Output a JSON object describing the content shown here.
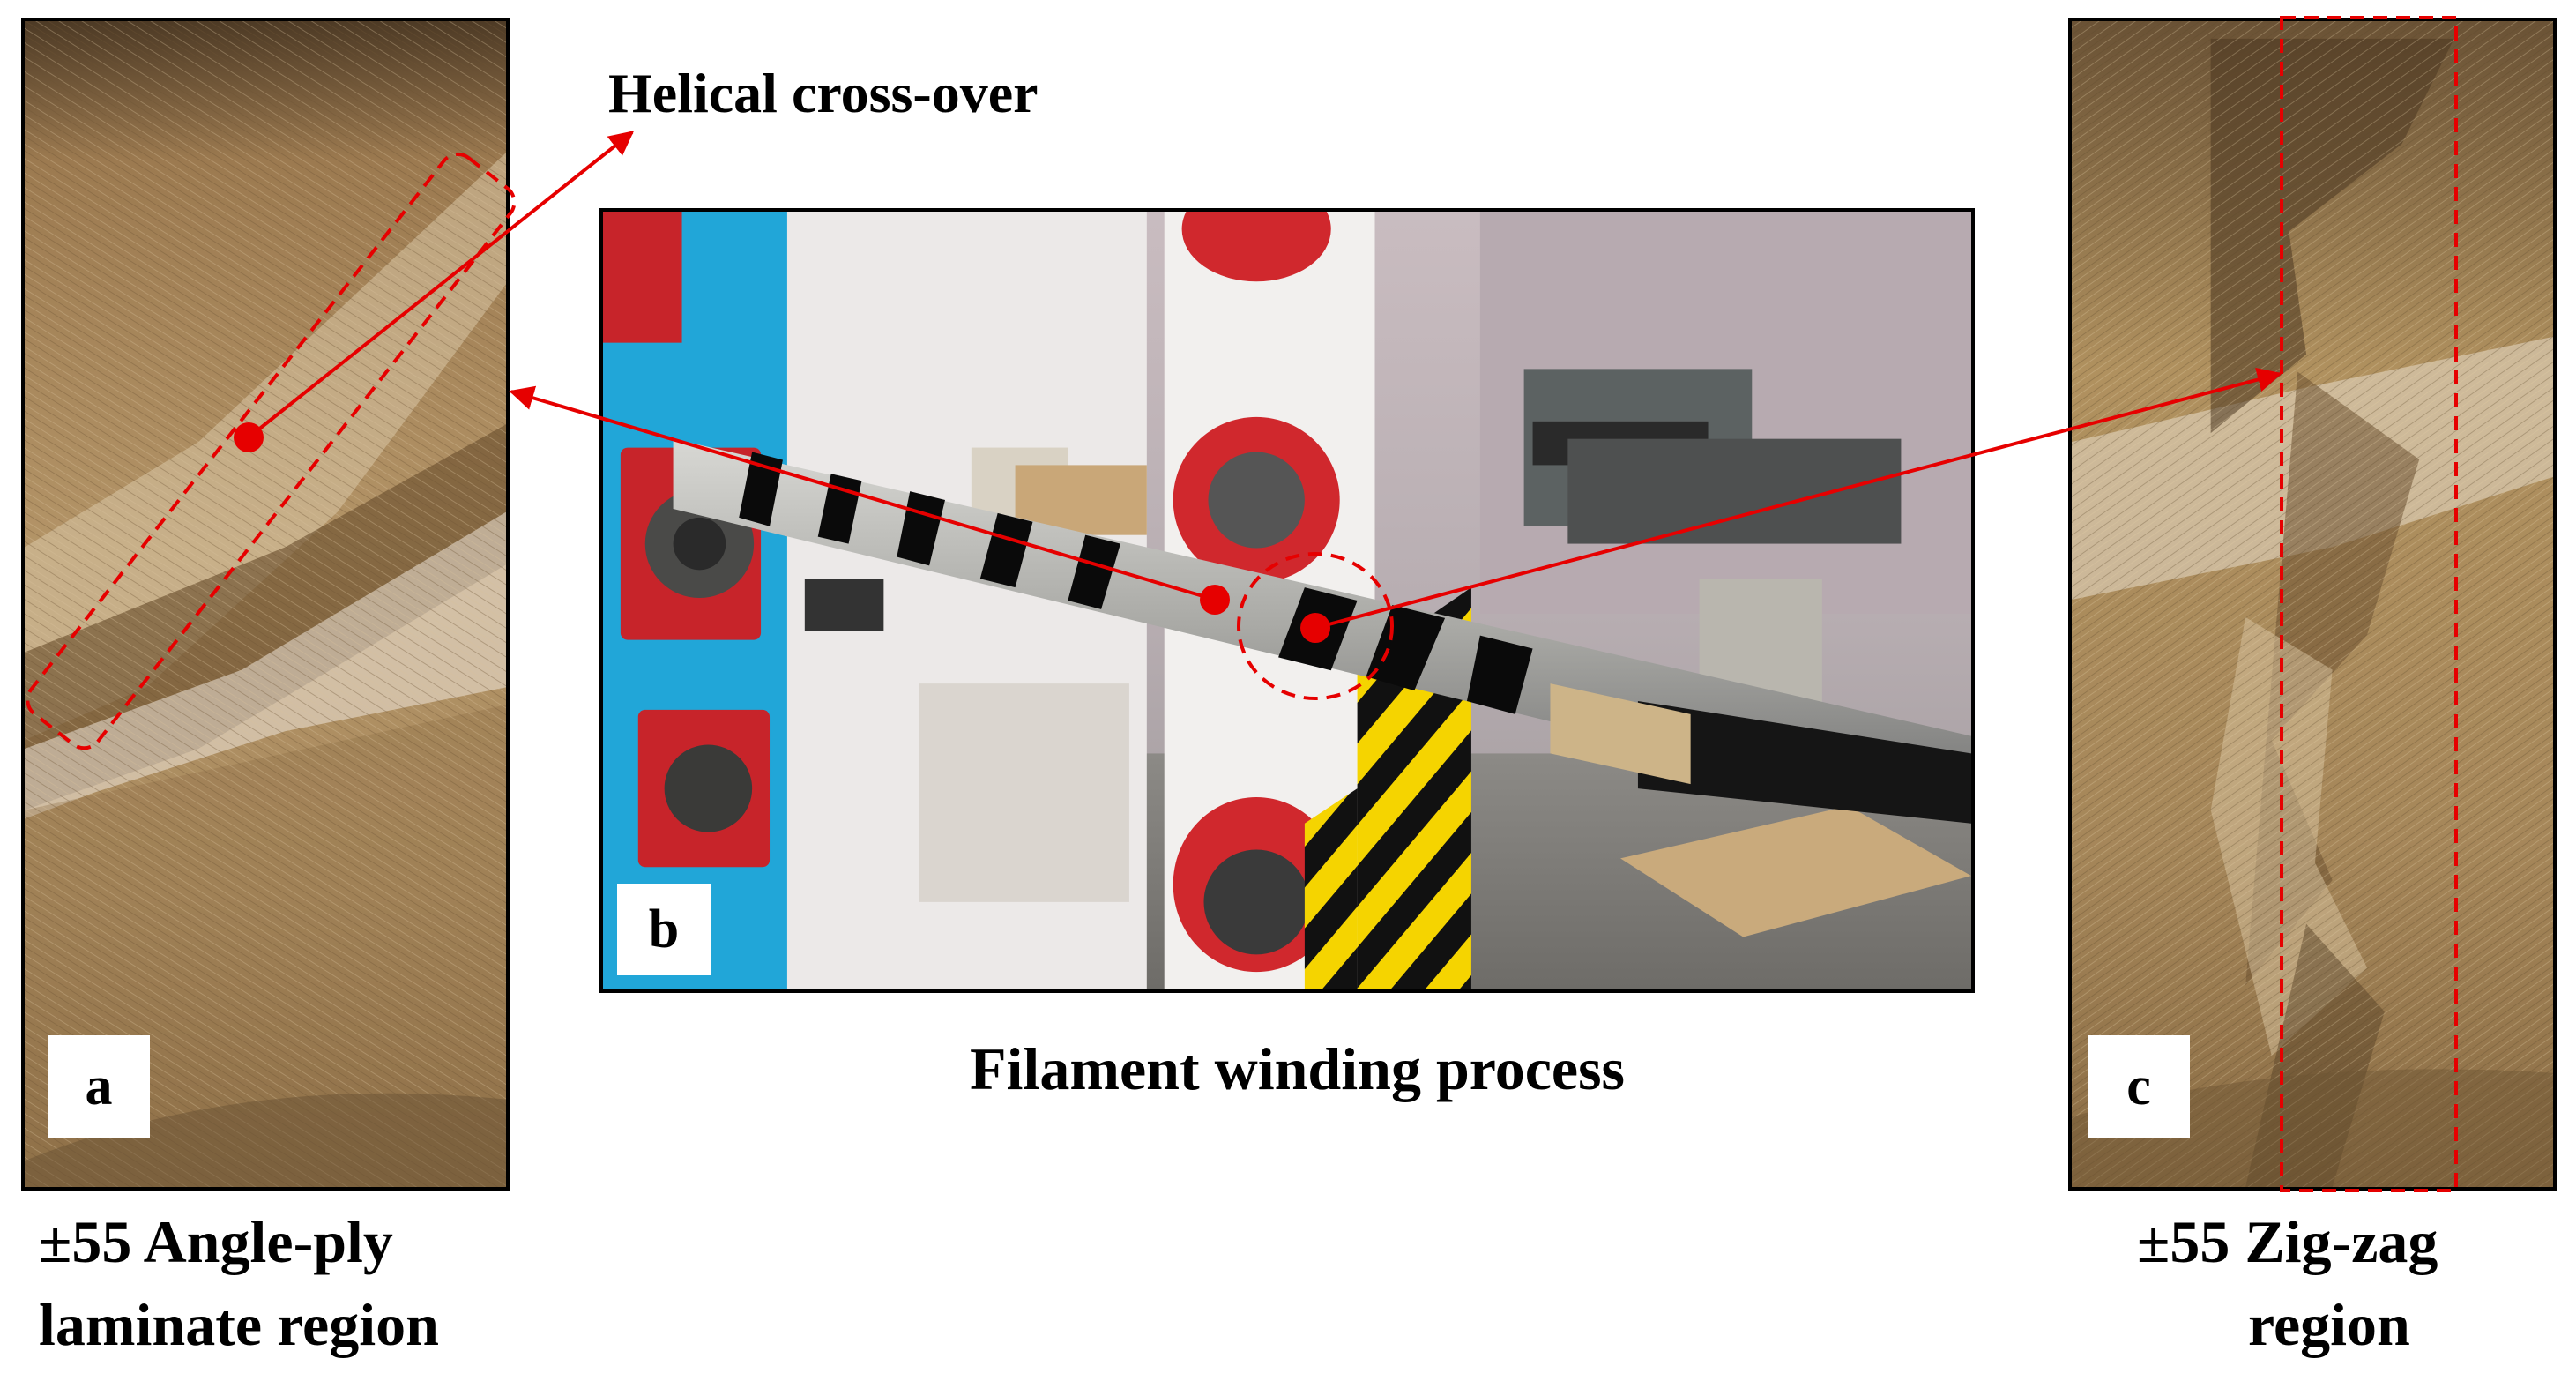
{
  "panels": {
    "a": {
      "letter": "a",
      "caption_line1": "±55 Angle-ply",
      "caption_line2": "laminate region"
    },
    "b": {
      "letter": "b",
      "caption": "Filament winding process"
    },
    "c": {
      "letter": "c",
      "caption_line1": "±55 Zig-zag",
      "caption_line2": "region"
    }
  },
  "annotations": {
    "helical_label": "Helical cross-over"
  },
  "colors": {
    "annotation": "#e60000",
    "fiber": "#a08058",
    "mandrel_tape": "#0a0a0a",
    "machine_red": "#d0282d",
    "machine_blue": "#21a6d8"
  }
}
